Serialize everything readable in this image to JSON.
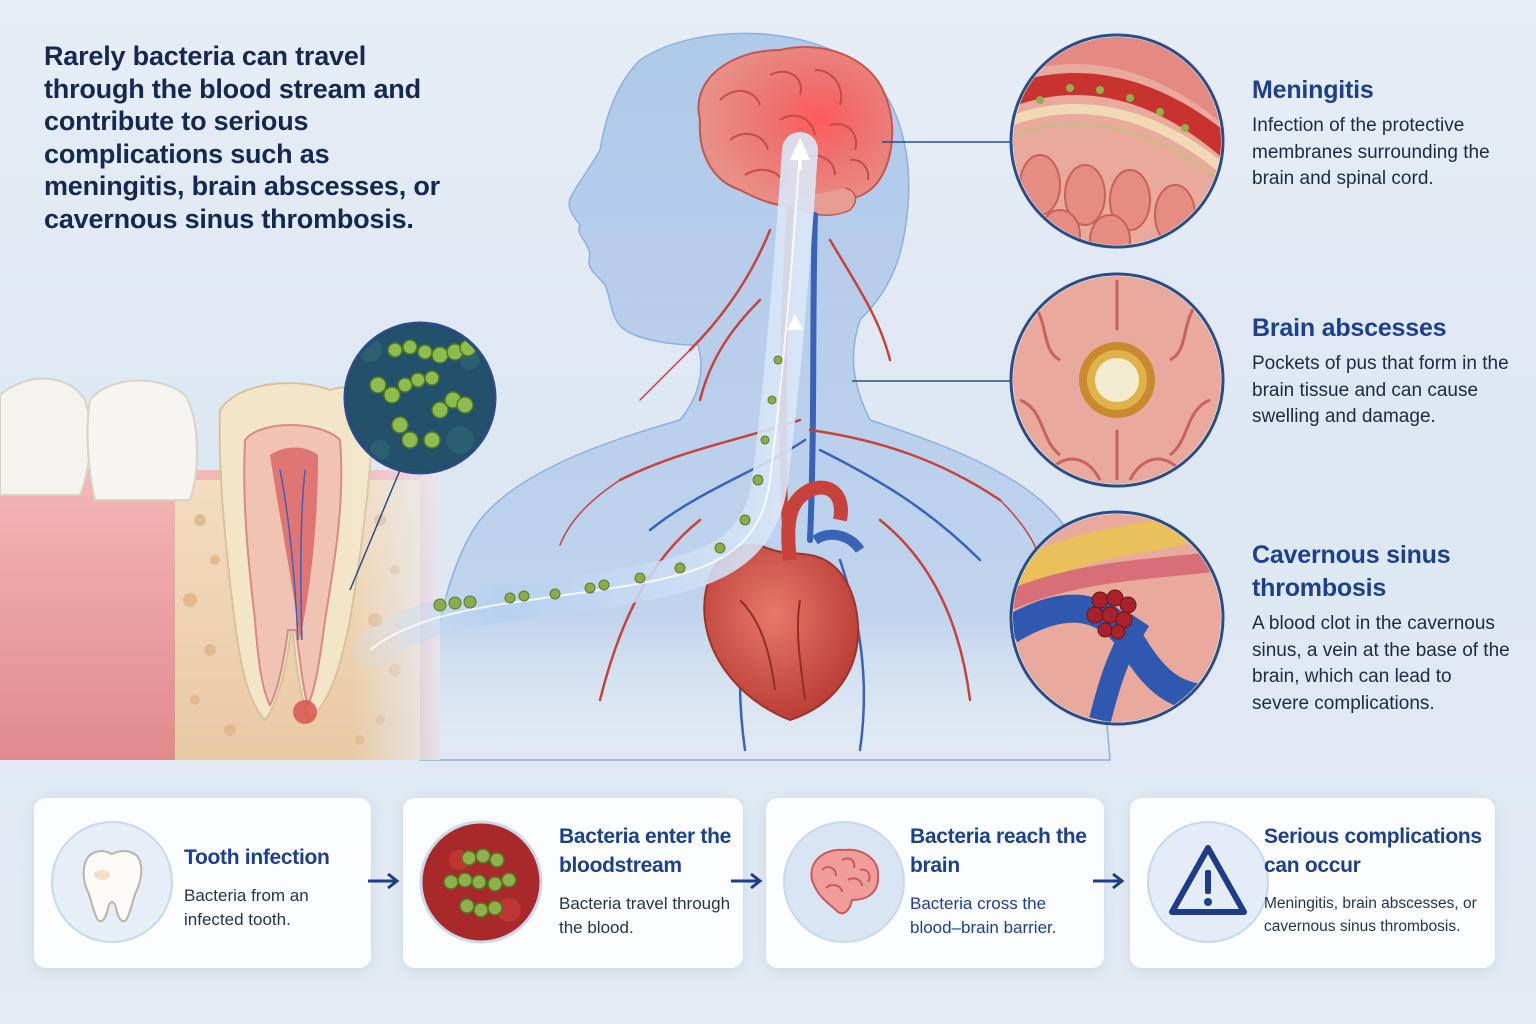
{
  "intro": {
    "text": "Rarely bacteria can travel through the blood stream and contribute to serious complications such as meningitis, brain abscesses, or cavernous sinus thrombosis."
  },
  "complications": [
    {
      "title": "Meningitis",
      "description": "Infection of the protective membranes surrounding the brain and spinal cord."
    },
    {
      "title": "Brain abscesses",
      "description": "Pockets of pus that form in the brain tissue and can cause swelling and damage."
    },
    {
      "title": "Cavernous sinus thrombosis",
      "description": "A blood clot in the cavernous sinus, a vein at the base of the brain, which can lead to severe complications."
    }
  ],
  "steps": [
    {
      "title": "Tooth infection",
      "description": "Bacteria from an infected tooth.",
      "icon": "tooth-icon"
    },
    {
      "title": "Bacteria enter the bloodstream",
      "description": "Bacteria travel through the blood.",
      "icon": "bacteria-icon"
    },
    {
      "title": "Bacteria reach the brain",
      "description": "Bacteria cross the blood–brain barrier.",
      "icon": "brain-icon"
    },
    {
      "title": "Serious complications can occur",
      "description": "Meningitis, brain abscesses, or cavernous sinus thrombosis.",
      "icon": "warning-icon"
    }
  ],
  "colors": {
    "heading": "#1c3f8f",
    "body_text": "#1d2a3f",
    "vessel_red": "#c8423c",
    "vessel_blue": "#3a63b8",
    "body_silhouette": "#9bbbe3",
    "bacteria_green": "#8cab4a"
  }
}
